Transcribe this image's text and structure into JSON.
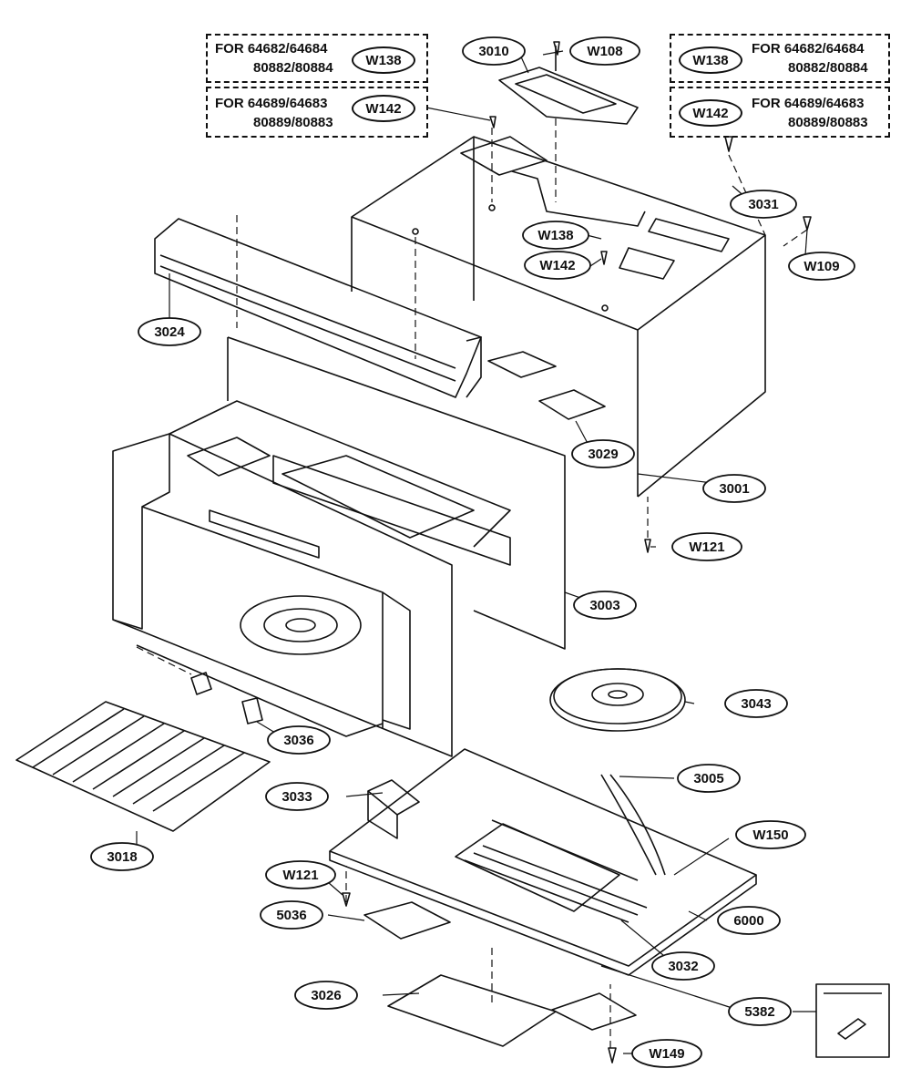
{
  "notes": {
    "top_left_1": {
      "line1": "FOR 64682/64684",
      "line2": "80882/80884",
      "label": "W138"
    },
    "top_left_2": {
      "line1": "FOR 64689/64683",
      "line2": "80889/80883",
      "label": "W142"
    },
    "top_right_1": {
      "line1": "FOR 64682/64684",
      "line2": "80882/80884",
      "label": "W138"
    },
    "top_right_2": {
      "line1": "FOR 64689/64683",
      "line2": "80889/80883",
      "label": "W142"
    }
  },
  "callouts": {
    "c3010": "3010",
    "cW108": "W108",
    "c3031": "3031",
    "cW109": "W109",
    "cW138": "W138",
    "cW142": "W142",
    "c3024": "3024",
    "c3029": "3029",
    "c3001": "3001",
    "cW121a": "W121",
    "c3003": "3003",
    "c3043": "3043",
    "c3036": "3036",
    "c3005": "3005",
    "c3033": "3033",
    "c3018": "3018",
    "cW150": "W150",
    "cW121b": "W121",
    "c6000": "6000",
    "c5036": "5036",
    "c3032": "3032",
    "c3026": "3026",
    "c5382": "5382",
    "cW149": "W149"
  }
}
